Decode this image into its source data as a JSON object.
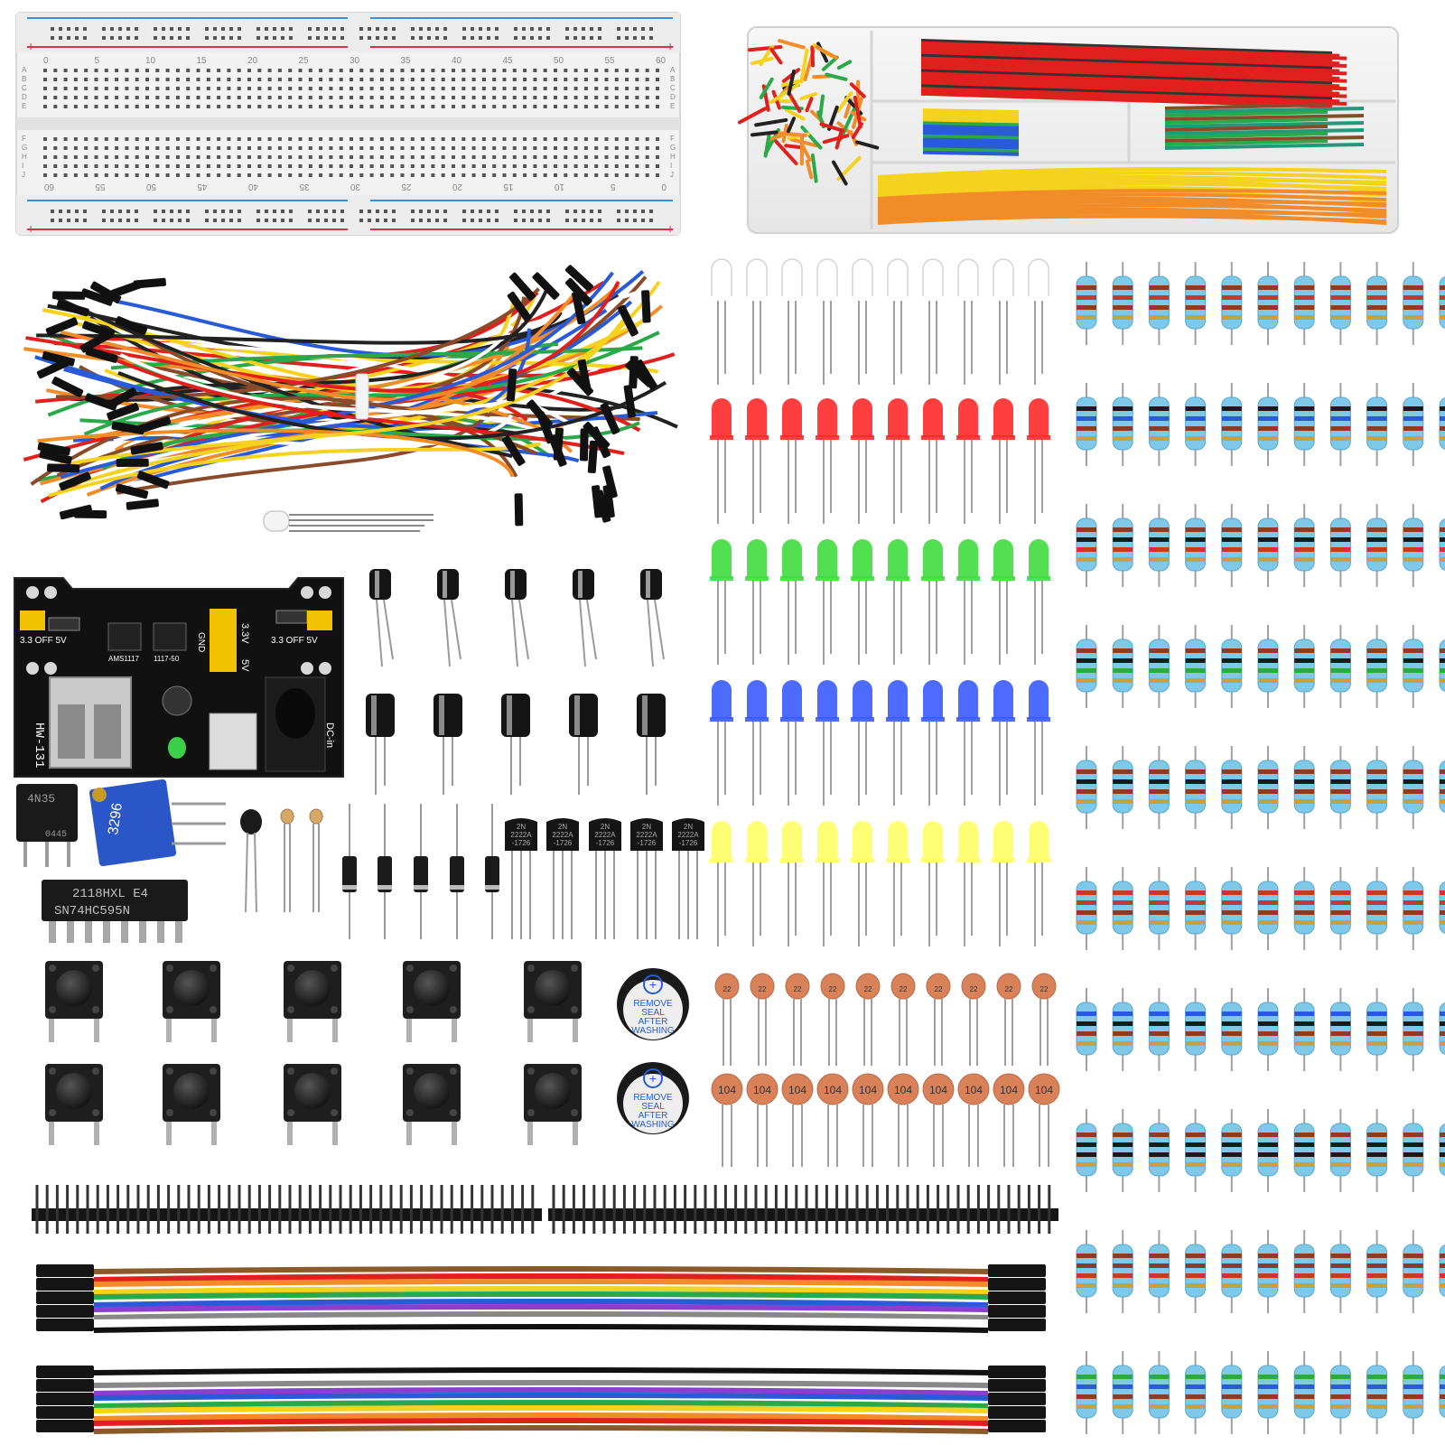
{
  "breadboard": {
    "top_numbers": [
      "0",
      "5",
      "10",
      "15",
      "20",
      "25",
      "30",
      "35",
      "40",
      "45",
      "50",
      "55",
      "60"
    ],
    "bottom_numbers": [
      "60",
      "55",
      "50",
      "45",
      "40",
      "35",
      "30",
      "25",
      "20",
      "15",
      "10",
      "5",
      "0"
    ],
    "row_letters_top": [
      "A",
      "B",
      "C",
      "D",
      "E"
    ],
    "row_letters_bottom": [
      "F",
      "G",
      "H",
      "I",
      "J"
    ],
    "rail_plus": "+",
    "rail_minus": "-"
  },
  "power_module": {
    "model": "HW-131",
    "jumper_left": "3.3  OFF  5V",
    "jumper_right": "3.3  OFF  5V",
    "v33": "3.3V",
    "v5": "5V",
    "gnd": "GND",
    "dc_in": "DC-in",
    "reg1": "AMS1117",
    "reg2": "1117-50"
  },
  "ics": {
    "optocoupler_top": "4N35",
    "optocoupler_bottom": "0445",
    "shift_register_top": "2118HXL E4",
    "shift_register_bottom": "SN74HC595N"
  },
  "potentiometer": {
    "label": "3296"
  },
  "transistor_label": [
    "2N",
    "2222A",
    "-1726"
  ],
  "ceramic_small_label": "22",
  "ceramic_large_label": "104",
  "buzzer_label": [
    "REMOVE",
    "SEAL",
    "AFTER",
    "WASHING"
  ],
  "buzzer_plus": "+",
  "colors": {
    "led_rows": [
      "#ffffff",
      "#ff2a2a",
      "#3fdc3f",
      "#3a5cff",
      "#ffff66"
    ],
    "wire_colors": [
      "#e0201c",
      "#222222",
      "#f28c28",
      "#f5d21e",
      "#2aa84a",
      "#2a5bd7",
      "#8a4b2a",
      "#ffffff"
    ],
    "ribbon_colors": [
      "#8b5a2b",
      "#e0201c",
      "#f28c28",
      "#f5d21e",
      "#2aa84a",
      "#2a5bd7",
      "#8a3fd0",
      "#888888",
      "#ffffff",
      "#111111"
    ]
  }
}
